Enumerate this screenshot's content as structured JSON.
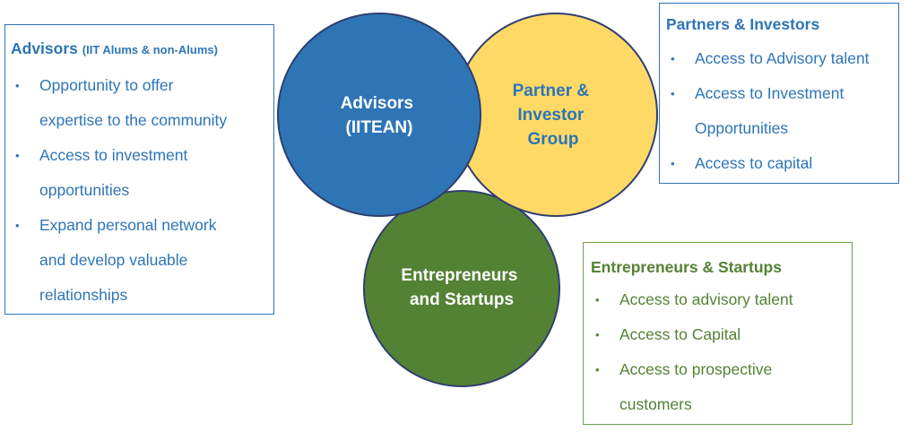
{
  "colors": {
    "advisors_circle": "#2e75b6",
    "partners_circle": "#ffd966",
    "entrepreneurs_circle": "#548235",
    "circle_outline": "#2f3f6e",
    "blue_text": "#2e75b6",
    "partner_label": "#2e75b6",
    "green_text": "#548235"
  },
  "circles": {
    "advisors": [
      "Advisors",
      "(IITEAN)"
    ],
    "partners": [
      "Partner &",
      "Investor",
      "Group"
    ],
    "entrepreneurs": [
      "Entrepreneurs",
      "and Startups"
    ]
  },
  "advisors_panel": {
    "title": "Advisors",
    "subtitle": "(IIT Alums & non-Alums)",
    "items": [
      [
        "Opportunity to offer",
        "expertise to the community"
      ],
      [
        "Access to investment",
        "opportunities"
      ],
      [
        "Expand personal network",
        "and develop valuable",
        "relationships"
      ]
    ]
  },
  "partners_panel": {
    "title": "Partners & Investors",
    "items": [
      [
        "Access to Advisory talent"
      ],
      [
        "Access to Investment",
        "Opportunities"
      ],
      [
        "Access to capital"
      ]
    ]
  },
  "entrepreneurs_panel": {
    "title": "Entrepreneurs & Startups",
    "items": [
      [
        "Access to advisory talent"
      ],
      [
        "Access to Capital"
      ],
      [
        "Access to prospective",
        "customers"
      ]
    ]
  }
}
